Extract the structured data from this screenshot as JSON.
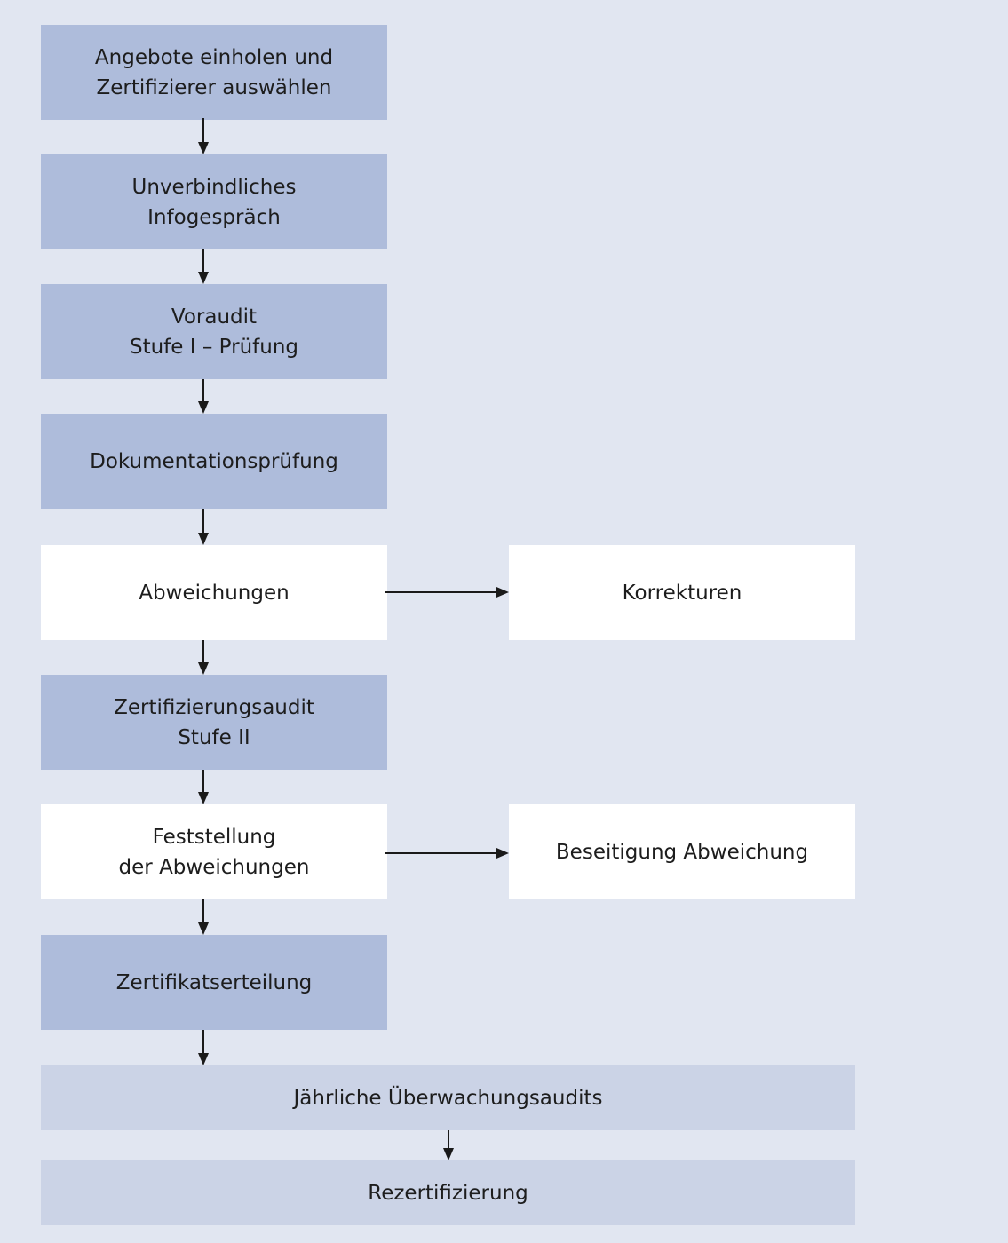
{
  "steps": {
    "angebote": "Angebote einholen und\nZertifizierer auswählen",
    "infogespraech": "Unverbindliches\nInfogespräch",
    "voraudit": "Voraudit\nStufe I – Prüfung",
    "dokumentation": "Dokumentationsprüfung",
    "abweichungen": "Abweichungen",
    "korrekturen": "Korrekturen",
    "zertifizierungsaudit": "Zertifizierungsaudit\nStufe II",
    "feststellung": "Feststellung\nder Abweichungen",
    "beseitigung": "Beseitigung Abweichung",
    "zertifikatserteilung": "Zertifikatserteilung",
    "ueberwachung": "Jährliche Überwachungsaudits",
    "rezertifizierung": "Rezertifizierung"
  },
  "colors": {
    "background": "#e1e6f1",
    "main_step": "#aebcdb",
    "decision_step": "#ffffff",
    "recurring_step": "#cbd3e6",
    "arrow": "#1a1a1a"
  }
}
